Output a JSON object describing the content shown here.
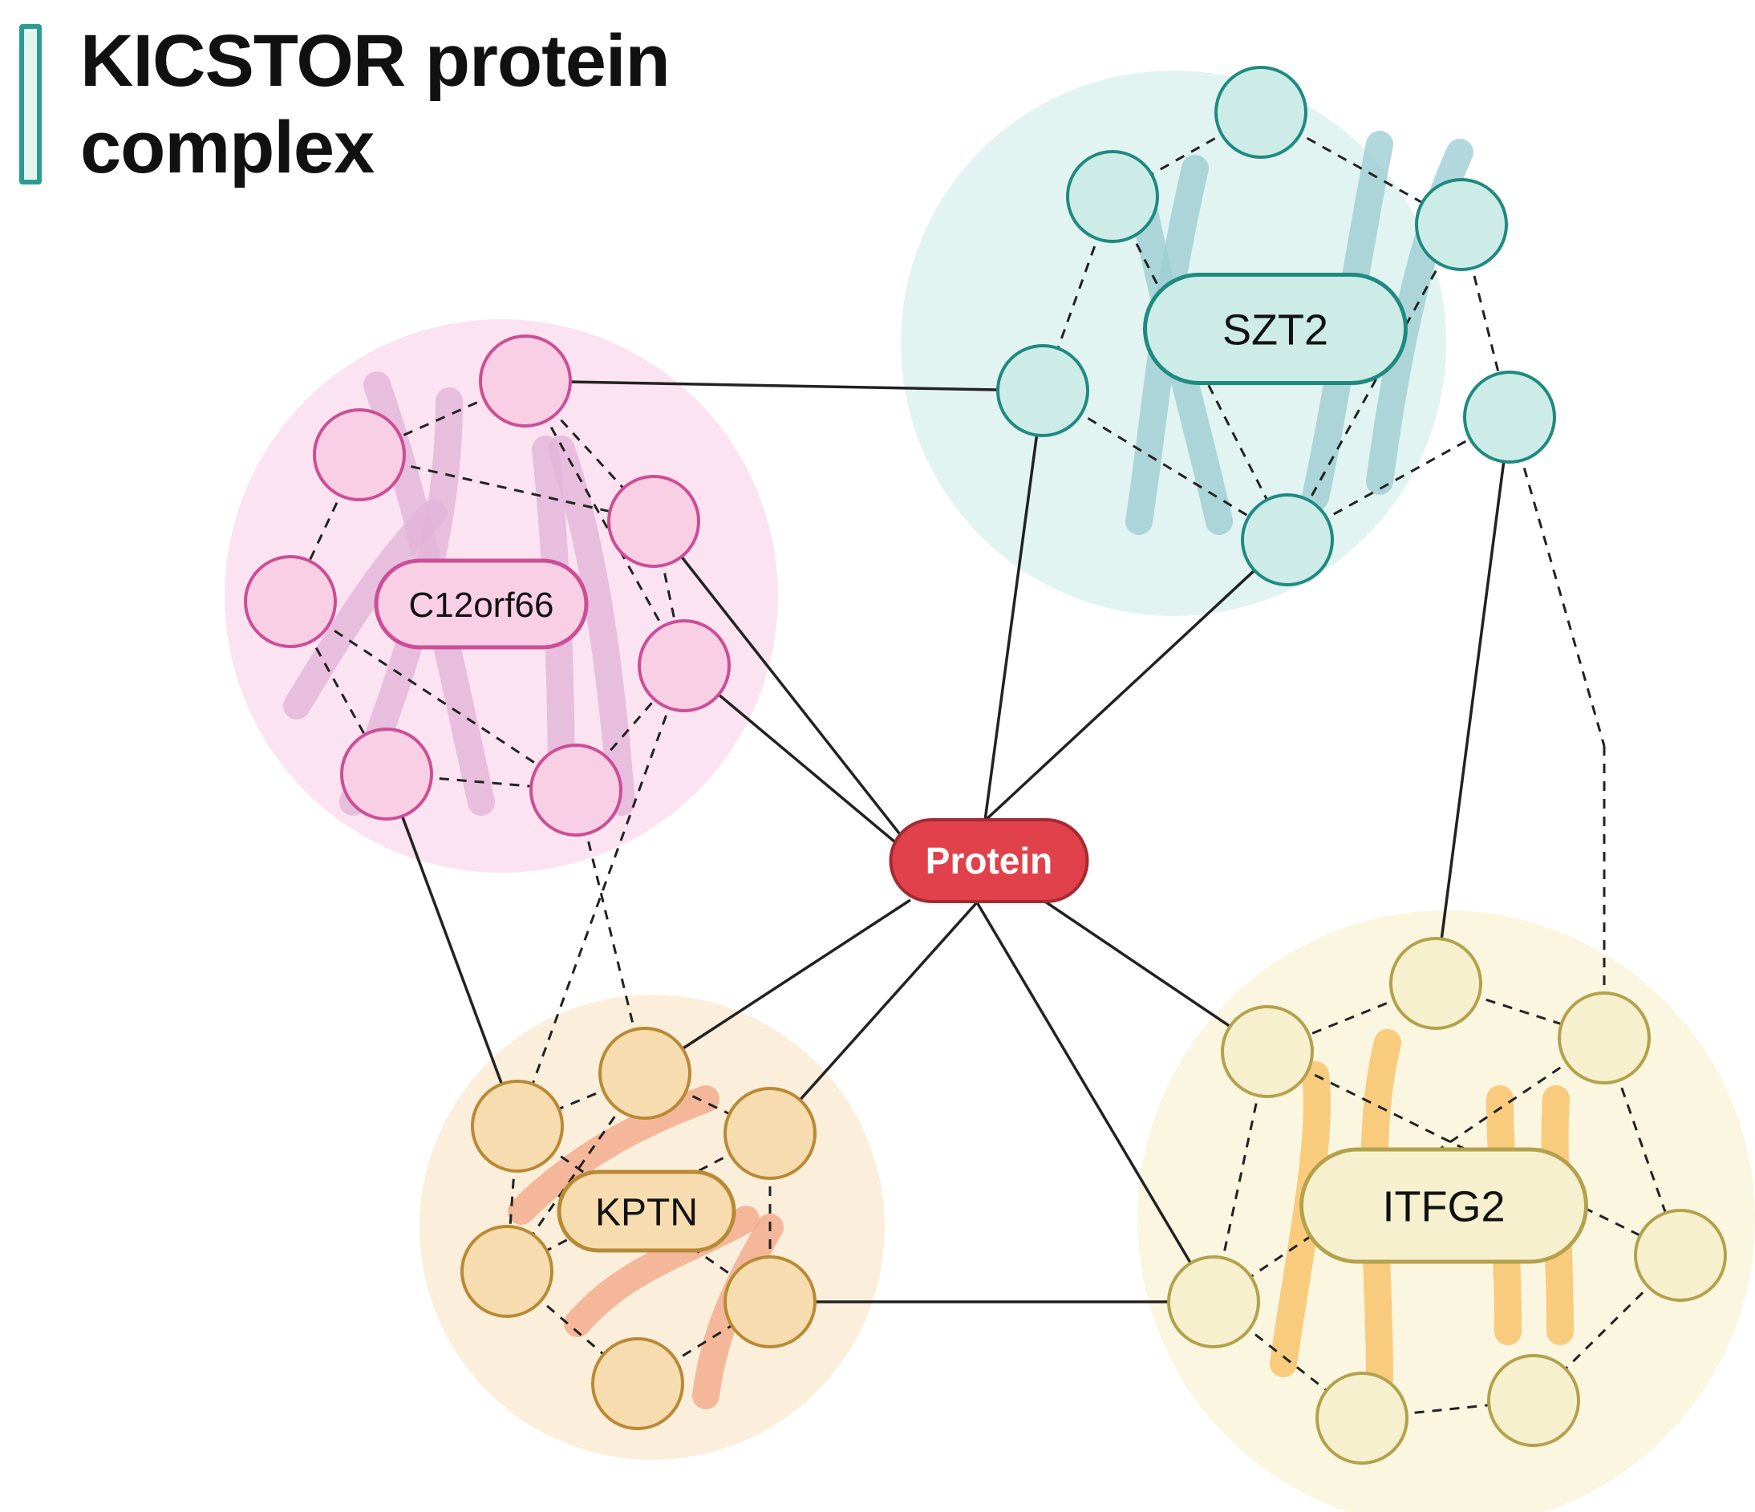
{
  "title": {
    "line1": "KICSTOR protein",
    "line2": "complex"
  },
  "center_node": {
    "label": "Protein",
    "color": "#e0414a"
  },
  "clusters": [
    {
      "id": "c12orf66",
      "label": "C12orf66",
      "fill": "#fbe3f1",
      "node_fill": "#f9cfe6",
      "stroke": "#cc4e96",
      "chromosome": "#e2b4d9"
    },
    {
      "id": "szt2",
      "label": "SZT2",
      "fill": "#e2f4f1",
      "node_fill": "#cdece8",
      "stroke": "#1f8a80",
      "chromosome": "#9fcdd5"
    },
    {
      "id": "kptn",
      "label": "KPTN",
      "fill": "#fbefdc",
      "node_fill": "#f6dcae",
      "stroke": "#b98a35",
      "chromosome": "#f2a98a"
    },
    {
      "id": "itfg2",
      "label": "ITFG2",
      "fill": "#fbf6e0",
      "node_fill": "#f6f0cf",
      "stroke": "#b3a24b",
      "chromosome": "#f7c064"
    }
  ]
}
